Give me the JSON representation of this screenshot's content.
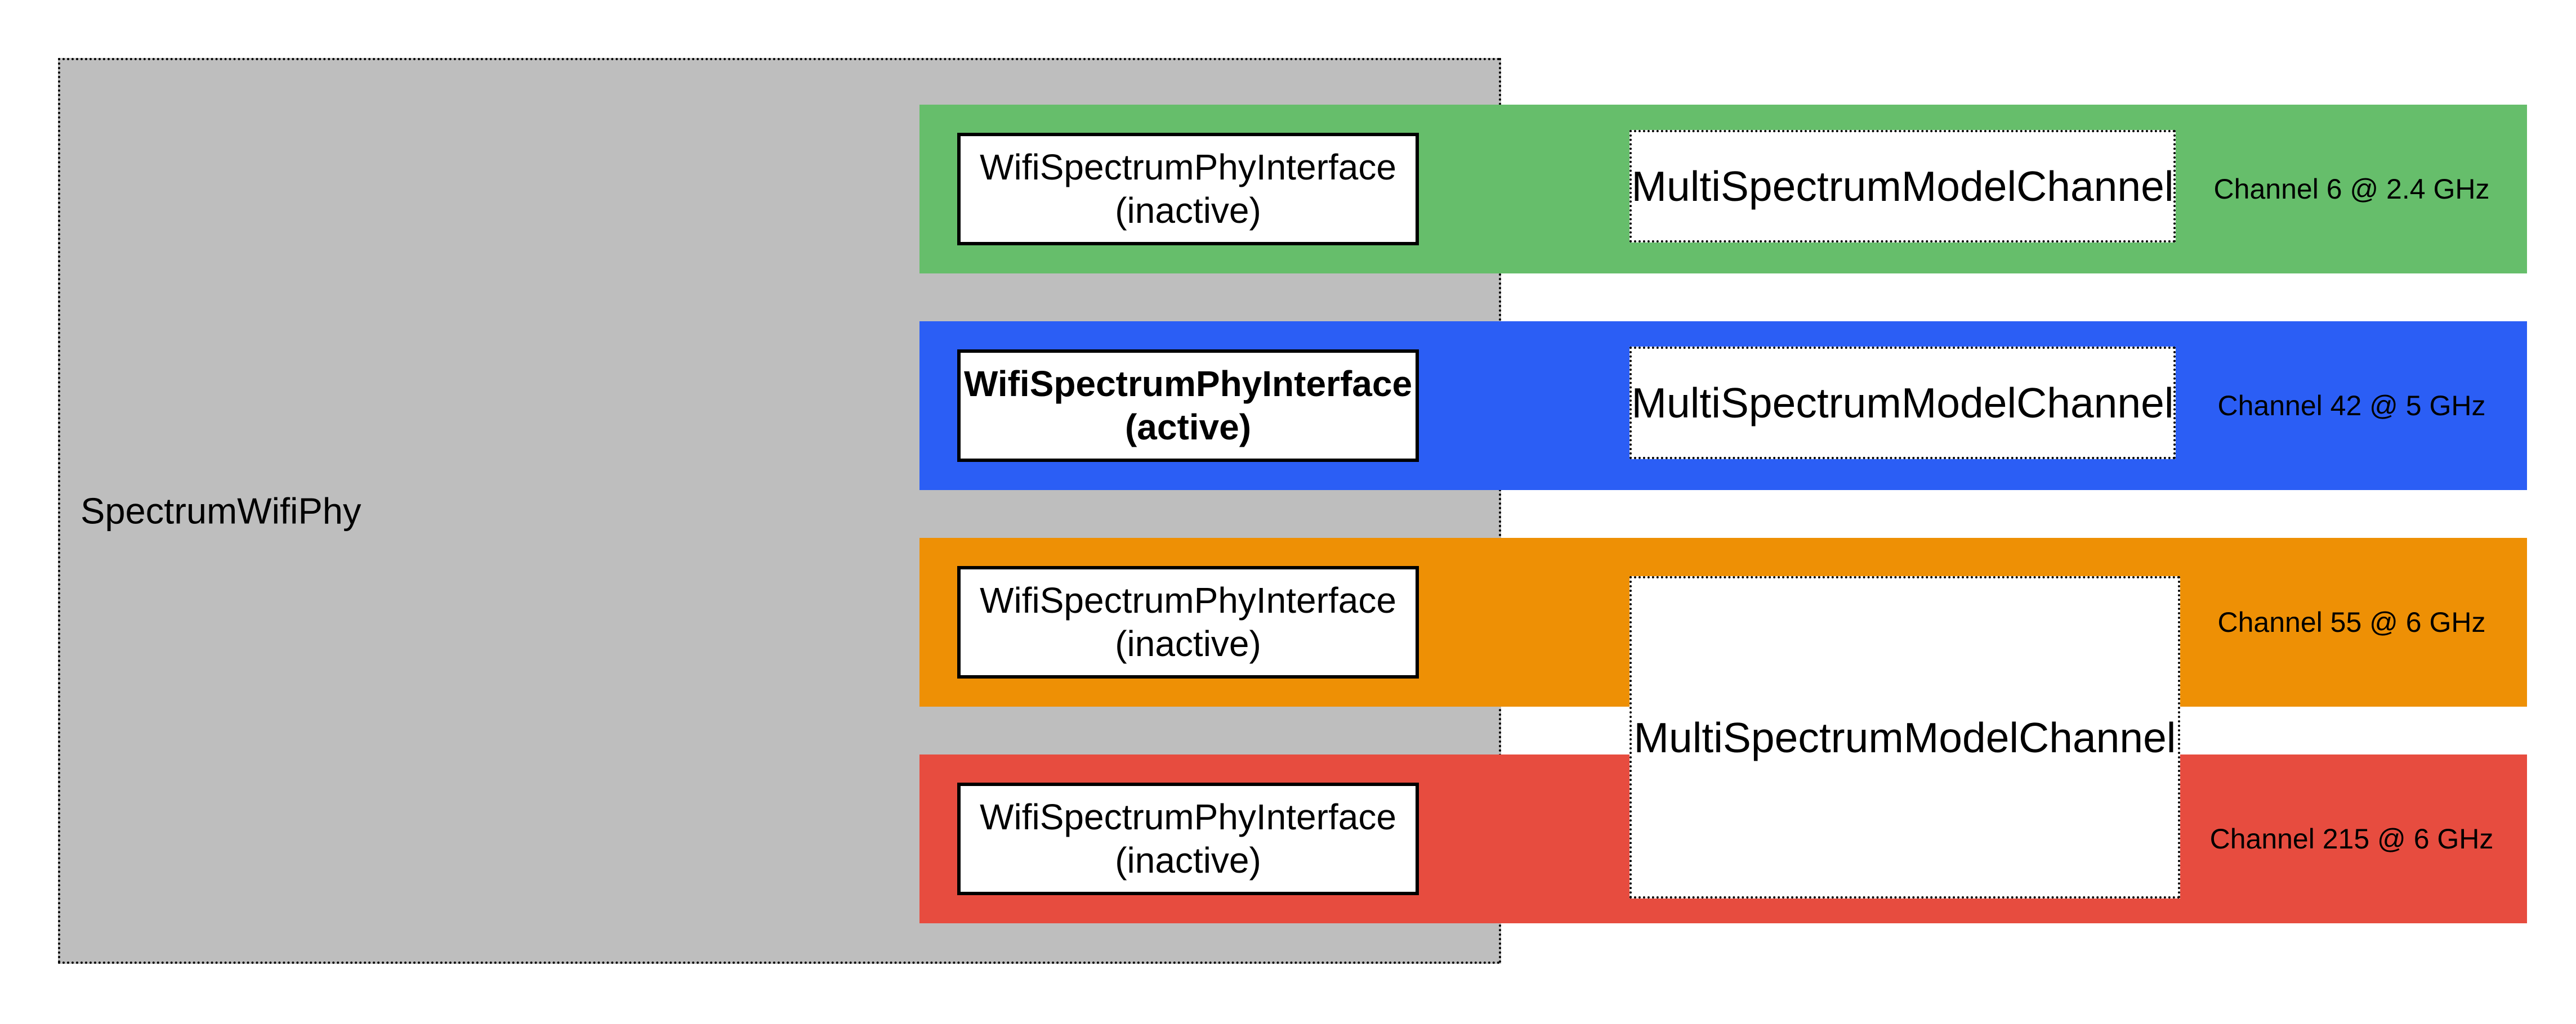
{
  "colors": {
    "background": "#FFFFFF",
    "phy_box_gray": "#BEBEBE",
    "channel_6_green": "#66BE6B",
    "channel_42_blue": "#2B5EF5",
    "channel_55_orange": "#EE9005",
    "channel_215_red": "#E74C3F",
    "text": "#000000"
  },
  "phy": {
    "label": "SpectrumWifiPhy"
  },
  "channels": [
    {
      "id": "channel-6",
      "band_color": "#66BE6B",
      "interface": {
        "line1": "WifiSpectrumPhyInterface",
        "line2": "(inactive)",
        "active": false
      },
      "spectrum_channel": "MultiSpectrumModelChannel",
      "label": "Channel 6 @ 2.4 GHz"
    },
    {
      "id": "channel-42",
      "band_color": "#2B5EF5",
      "interface": {
        "line1": "WifiSpectrumPhyInterface",
        "line2": "(active)",
        "active": true
      },
      "spectrum_channel": "MultiSpectrumModelChannel",
      "label": "Channel 42 @ 5 GHz"
    },
    {
      "id": "channel-55",
      "band_color": "#EE9005",
      "interface": {
        "line1": "WifiSpectrumPhyInterface",
        "line2": "(inactive)",
        "active": false
      },
      "label": "Channel 55 @ 6 GHz"
    },
    {
      "id": "channel-215",
      "band_color": "#E74C3F",
      "interface": {
        "line1": "WifiSpectrumPhyInterface",
        "line2": "(inactive)",
        "active": false
      },
      "label": "Channel 215 @ 6 GHz"
    }
  ],
  "shared_spectrum_channel": {
    "label": "MultiSpectrumModelChannel"
  }
}
